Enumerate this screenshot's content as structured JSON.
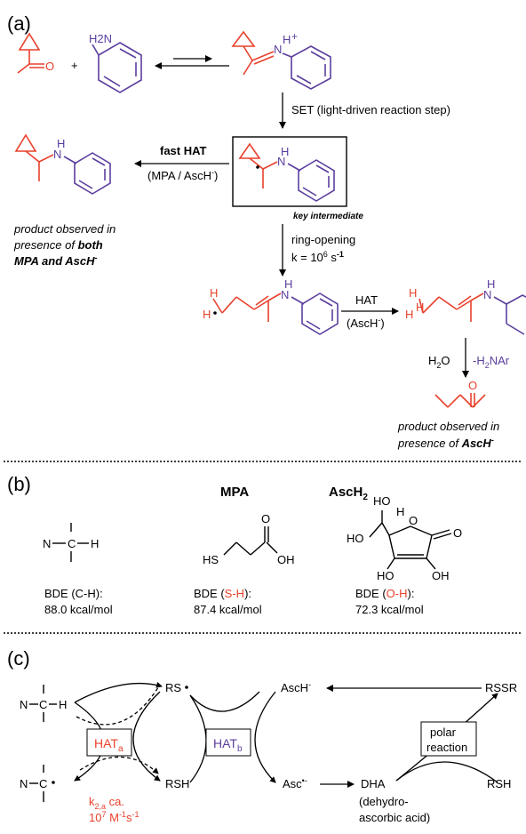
{
  "panel_a": {
    "label": "(a)",
    "amine_nh2": "H2N",
    "plus": "+",
    "iminium_nh": "N",
    "iminium_h": "H",
    "iminium_charge": "+",
    "set_label": "SET (light-driven reaction step)",
    "fast_hat": "fast HAT",
    "mpa_asch": "(MPA / AscH",
    "asch_close": ")",
    "key_intermediate": "key intermediate",
    "product1_line1": "product observed in",
    "product1_line2": "presence of",
    "product1_line2_bold": "both",
    "product1_line3": "MPA and AscH",
    "ring_opening": "ring-opening",
    "rate": "k = 10",
    "rate_exp": "6",
    "rate_unit": " s",
    "rate_unit_exp": "-1",
    "hat": "HAT",
    "hat_asch": "(AscH",
    "hat_asch_close": ")",
    "h2o": "H",
    "h2o_o": "O",
    "minus_h2nar": "-H",
    "h2nar_rest": "NAr",
    "ketone_o": "O",
    "product2_line1": "product observed in",
    "product2_line2": "presence of",
    "product2_line2_bold": "AscH",
    "nh_label": "N",
    "h_label": "H",
    "radical_h": "H",
    "dot_h": "H"
  },
  "panel_b": {
    "label": "(b)",
    "mpa_title": "MPA",
    "asch2_title": "AscH",
    "asch2_sub": "2",
    "ch_n": "N",
    "ch_c": "C",
    "ch_h": "H",
    "hs": "HS",
    "oh": "OH",
    "o": "O",
    "ho": "HO",
    "h": "H",
    "bde1_line1": "BDE (C-H):",
    "bde1_line2": "88.0 kcal/mol",
    "bde2_pre": "BDE (",
    "bde2_bond": "S-H",
    "bde2_post": "):",
    "bde2_line2": "87.4 kcal/mol",
    "bde3_pre": "BDE (",
    "bde3_bond": "O-H",
    "bde3_post": "):",
    "bde3_line2": "72.3 kcal/mol"
  },
  "panel_c": {
    "label": "(c)",
    "n_c_h_n": "N",
    "n_c_h_c": "C",
    "n_c_h_h": "H",
    "n_c_rad_n": "N",
    "n_c_rad_c": "C",
    "rs_rad": "RS",
    "rsh": "RSH",
    "hat_a": "HAT",
    "hat_a_sub": "a",
    "hat_b": "HAT",
    "hat_b_sub": "b",
    "asch_minus": "AscH",
    "asc_rad": "Asc",
    "dha": "DHA",
    "dha_note1": "(dehydro-",
    "dha_note2": "ascorbic acid)",
    "polar1": "polar",
    "polar2": "reaction",
    "rssr": "RSSR",
    "rsh2": "RSH",
    "k2a_pre": "k",
    "k2a_sub": "2,a",
    "k2a_post": " ca.",
    "k2a_val": "10",
    "k2a_exp": "7",
    "k2a_unit1": " M",
    "k2a_unit1_exp": "-1",
    "k2a_unit2": "s",
    "k2a_unit2_exp": "-1"
  },
  "colors": {
    "red": "#e8412c",
    "purple": "#5b3e9e",
    "black": "#000000"
  }
}
